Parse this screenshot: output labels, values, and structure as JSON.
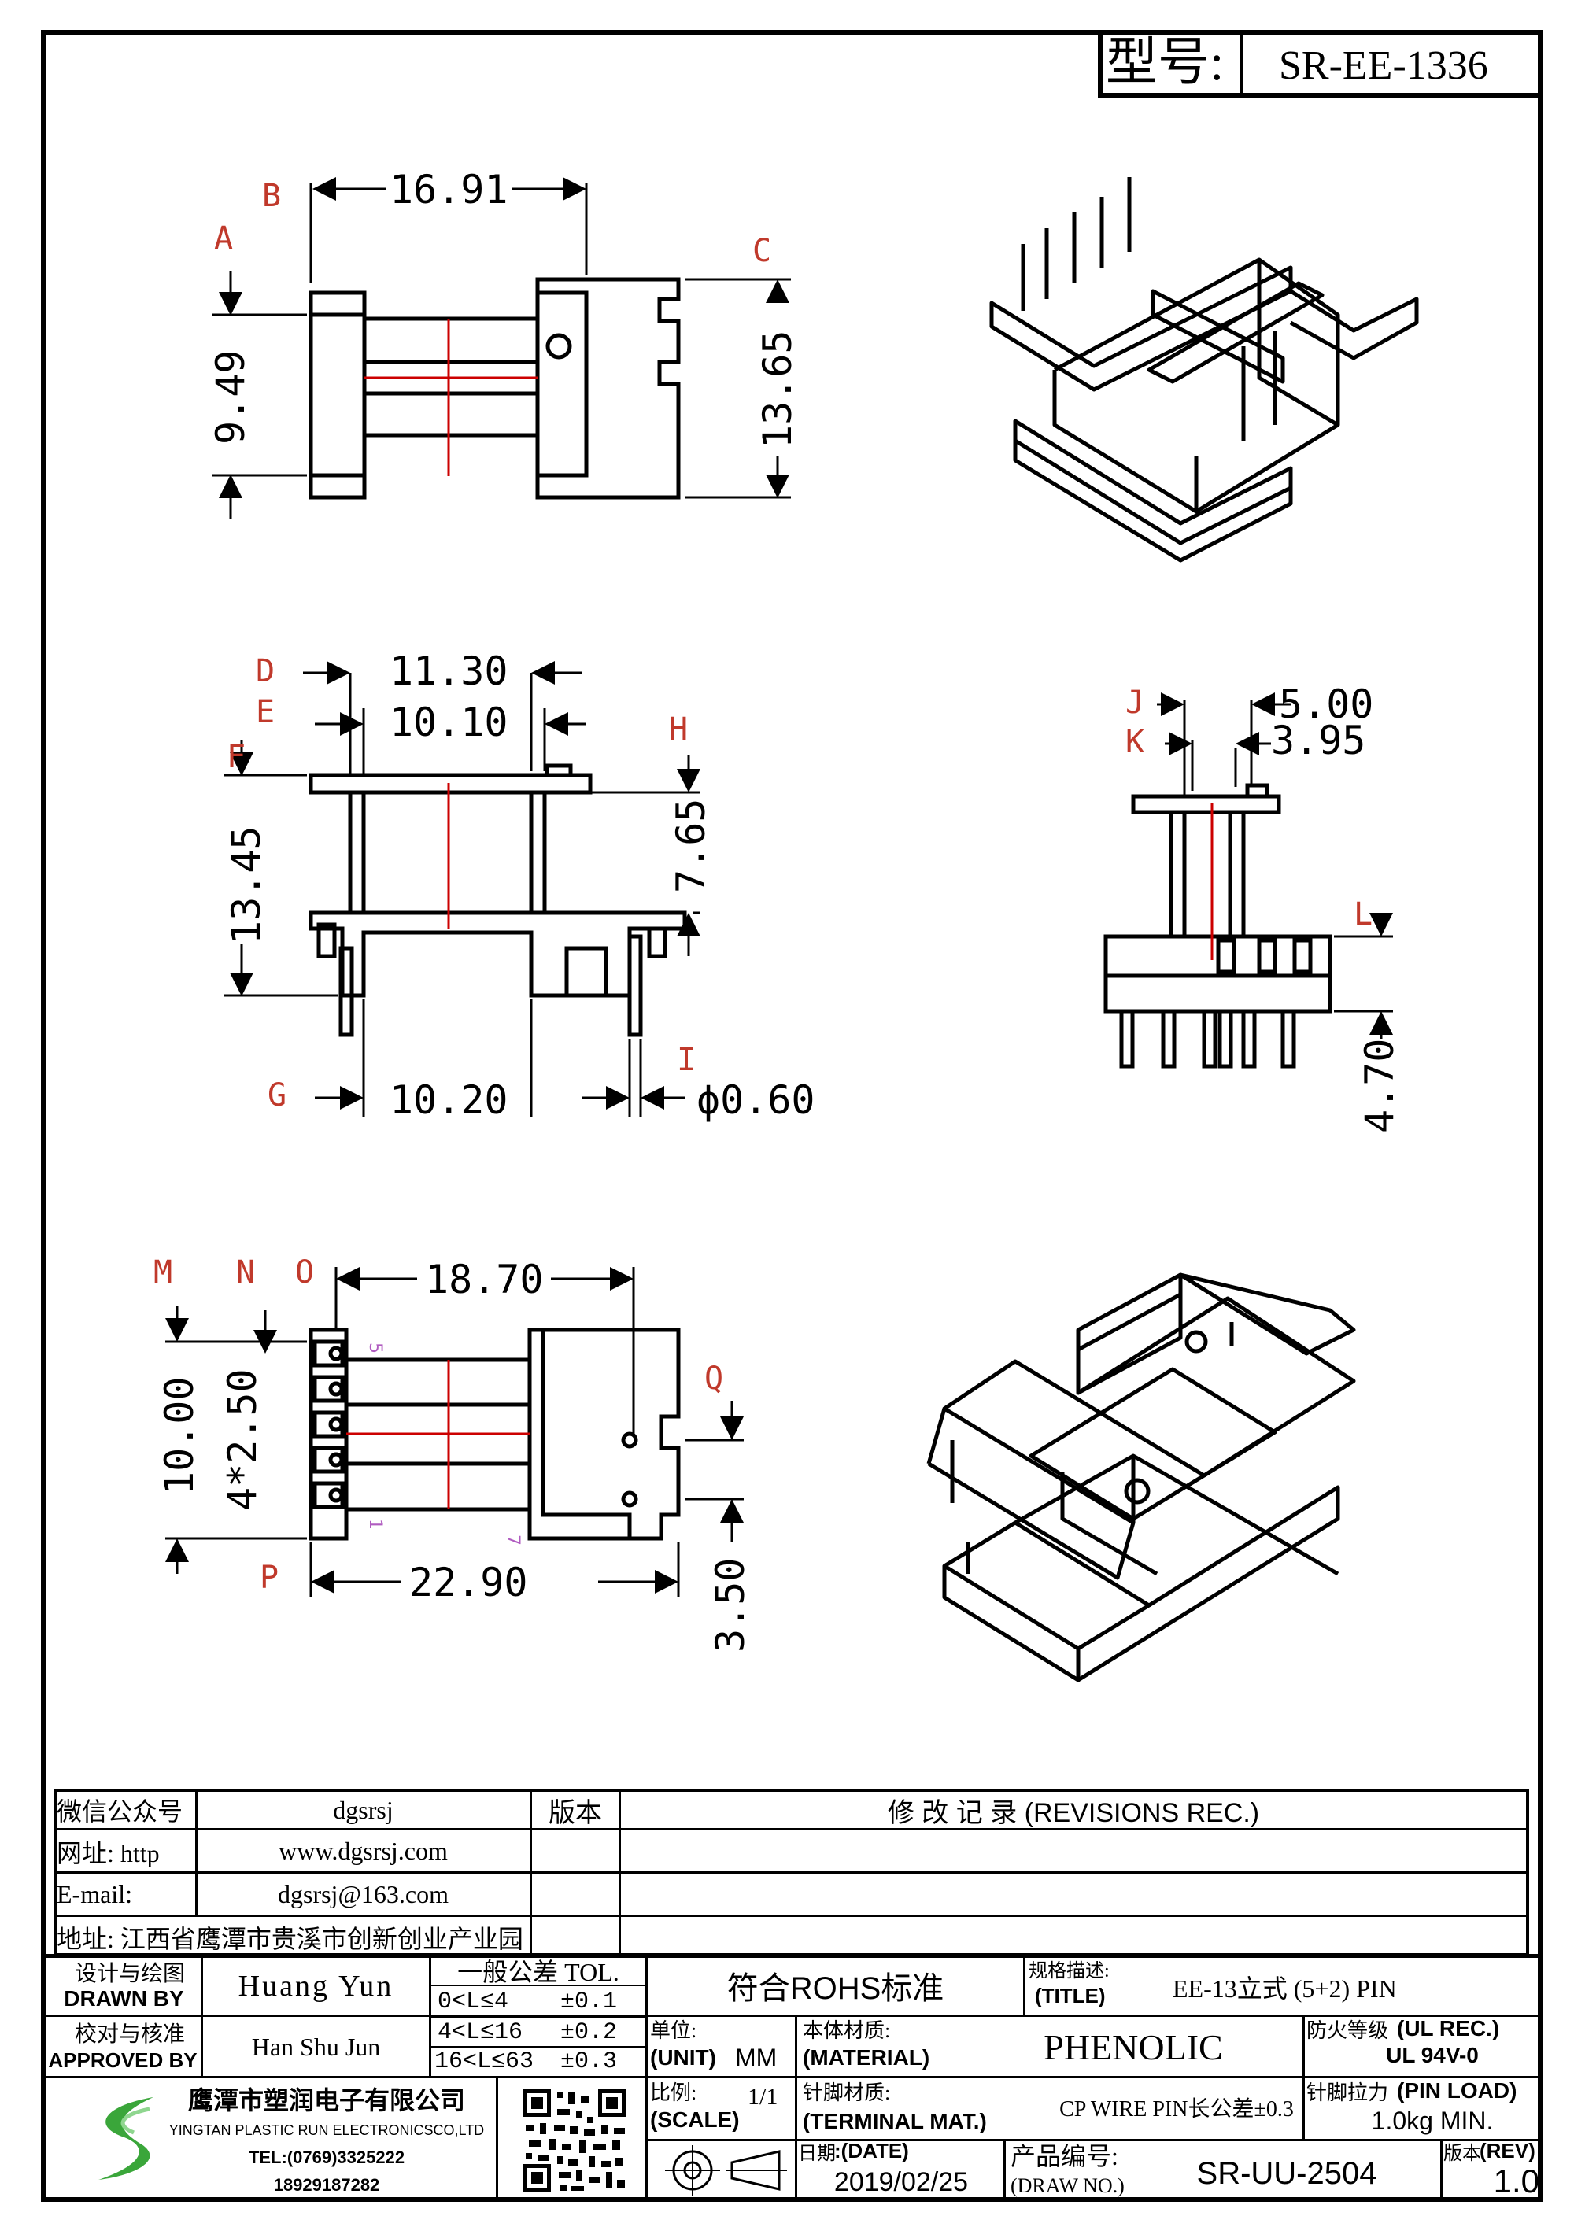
{
  "header": {
    "model_label": "型号:",
    "model_value": "SR-EE-1336"
  },
  "views": {
    "top": {
      "refs": [
        "B",
        "A",
        "C"
      ],
      "dims": [
        "16.91",
        "9.49",
        "13.65"
      ]
    },
    "front": {
      "refs": [
        "D",
        "E",
        "F",
        "H",
        "G",
        "I"
      ],
      "dims": [
        "11.30",
        "10.10",
        "13.45",
        "7.65",
        "10.20",
        "ϕ0.60"
      ]
    },
    "side": {
      "refs": [
        "J",
        "K",
        "L"
      ],
      "dims": [
        "5.00",
        "3.95",
        "4.70"
      ]
    },
    "bottom": {
      "refs": [
        "M",
        "N",
        "O",
        "Q",
        "P"
      ],
      "dims": [
        "18.70",
        "10.00",
        "4*2.50",
        "22.90",
        "3.50"
      ],
      "pin_marks": [
        "5",
        "1",
        "7"
      ]
    }
  },
  "contact": {
    "rows": [
      {
        "label": "微信公众号",
        "value": "dgsrsj"
      },
      {
        "label": "网址: http",
        "value": "www.dgsrsj.com"
      },
      {
        "label": "E-mail:",
        "value": "dgsrsj@163.com"
      }
    ],
    "address": "地址: 江西省鹰潭市贵溪市创新创业产业园"
  },
  "revisions": {
    "version_header": "版本",
    "title": "修 改 记 录 (REVISIONS REC.)"
  },
  "title_block": {
    "drawn_label_cn": "设计与绘图",
    "drawn_label_en": "DRAWN BY",
    "drawn_value": "Huang Yun",
    "approved_label_cn": "校对与核准",
    "approved_label_en": "APPROVED BY",
    "approved_value": "Han Shu Jun",
    "tol_header": "一般公差 TOL.",
    "tol_rows": [
      {
        "range": "0<L≤4",
        "value": "±0.1"
      },
      {
        "range": "4<L≤16",
        "value": "±0.2"
      },
      {
        "range": "16<L≤63",
        "value": "±0.3"
      }
    ],
    "rohs": "符合ROHS标准",
    "title_label_cn": "规格描述:",
    "title_label_en": "(TITLE)",
    "title_value": "EE-13立式 (5+2) PIN",
    "unit_label_cn": "单位:",
    "unit_label_en": "(UNIT)",
    "unit_value": "MM",
    "material_label_cn": "本体材质:",
    "material_label_en": "(MATERIAL)",
    "material_value": "PHENOLIC",
    "fire_label_cn": "防火等级",
    "fire_label_en": "(UL REC.)",
    "fire_value": "UL 94V-0",
    "company_name": "鹰潭市塑润电子有限公司",
    "company_en": "YINGTAN PLASTIC RUN ELECTRONICSCO,LTD",
    "company_tel": "TEL:(0769)3325222",
    "company_phone": "18929187282",
    "scale_label_cn": "比例:",
    "scale_label_en": "(SCALE)",
    "scale_value": "1/1",
    "terminal_label_cn": "针脚材质:",
    "terminal_label_en": "(TERMINAL MAT.)",
    "terminal_value": "CP WIRE  PIN长公差±0.3",
    "pin_load_label_cn": "针脚拉力",
    "pin_load_label_en": "(PIN LOAD)",
    "pin_load_value": "1.0kg MIN.",
    "date_label_cn": "日期",
    "date_label_en": ":(DATE)",
    "date_value": "2019/02/25",
    "drawno_label_cn": "产品编号:",
    "drawno_label_en": "(DRAW NO.)",
    "drawno_value": "SR-UU-2504",
    "rev_label_cn": "版本",
    "rev_label_en": "(REV)",
    "rev_value": "1.0"
  },
  "colors": {
    "line": "#000000",
    "center_line": "#cc0000",
    "ref_label": "#c0392b",
    "pin_mark": "#b05cc0",
    "logo_green": "#3aa63a"
  }
}
